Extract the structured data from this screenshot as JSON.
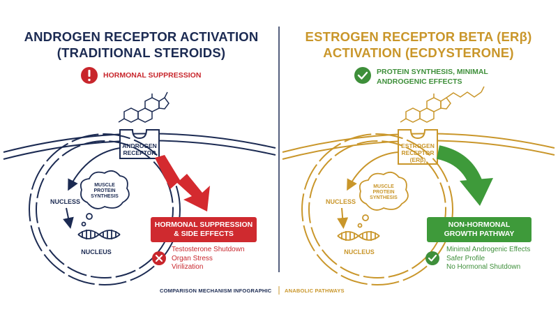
{
  "left": {
    "title_line1": "ANDROGEN RECEPTOR ACTIVATION",
    "title_line2": "(TRADITIONAL STEROIDS)",
    "badge_label": "HORMONAL SUPPRESSION",
    "receptor_line1": "ANDROGEN",
    "receptor_line2": "RECEPTOR",
    "nucleus_top_label": "NUCLESS",
    "thought_line1": "MUSCLE",
    "thought_line2": "PROTEIN",
    "thought_line3": "SYNTHESIS",
    "nucleus_label": "NUCLEUS",
    "effect_box_line1": "HORMONAL SUPPRESSION",
    "effect_box_line2": "& SIDE EFFECTS",
    "effects": [
      "Testosterone Shutdown",
      "Organ Stress",
      "Virilization"
    ]
  },
  "right": {
    "title_line1": "ESTROGEN RECEPTOR BETA (ERβ)",
    "title_line2": "ACTIVATION (ECDYSTERONE)",
    "badge_line1": "PROTEIN SYNTHESIS, MINIMAL",
    "badge_line2": "ANDROGENIC EFFECTS",
    "receptor_line1": "ESTROGEN",
    "receptor_line2": "RECEPTOR",
    "receptor_line3": "(ERβ)",
    "nucleus_top_label": "NUCLESS",
    "thought_line1": "MUSCLE",
    "thought_line2": "PROTEIN",
    "thought_line3": "SYNTHESIS",
    "nucleus_label": "NUCLEUS",
    "effect_box_line1": "NON-HORMONAL",
    "effect_box_line2": "GROWTH PATHWAY",
    "effects": [
      "Minimal Androgenic Effects",
      "Safer Profile",
      "No Hormonal Shutdown"
    ]
  },
  "footer": {
    "left_text": "COMPARISON MECHANISM INFOGRAPHIC",
    "right_text": "ANABOLIC PATHWAYS"
  },
  "colors": {
    "navy": "#1b2a52",
    "gold": "#c9962a",
    "red": "#c8262c",
    "green": "#3e8f3a"
  }
}
